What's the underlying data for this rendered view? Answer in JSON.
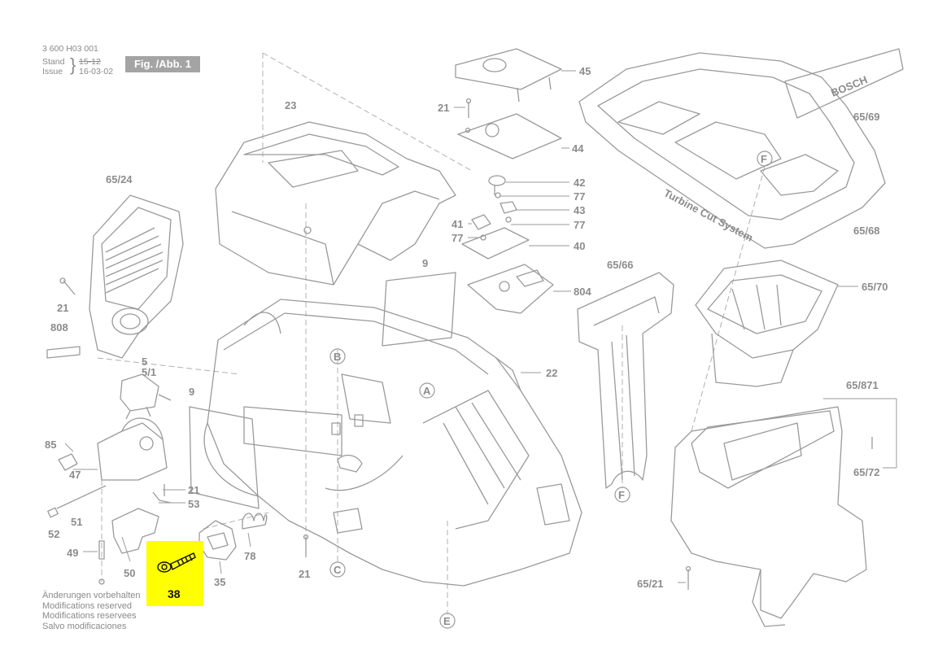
{
  "header": {
    "doc_number": "3 600 H03 001",
    "stand_label": "Stand",
    "issue_label": "Issue",
    "stand_date": "15-12",
    "issue_date": "16-03-02",
    "figure": "Fig. /Abb. 1"
  },
  "notes": [
    "Änderungen vorbehalten",
    "Modifications reserved",
    "Modifications reservees",
    "Salvo modificaciones"
  ],
  "highlight": {
    "part": "38",
    "color": "#ffff00"
  },
  "callouts": {
    "p45": "45",
    "p21a": "21",
    "p44": "44",
    "p23": "23",
    "p42": "42",
    "p77a": "77",
    "p43": "43",
    "p41": "41",
    "p77b": "77",
    "p77c": "77",
    "p40": "40",
    "p804": "804",
    "p9a": "9",
    "p65_24": "65/24",
    "p21b": "21",
    "p808": "808",
    "p5": "5",
    "p5_1": "5/1",
    "p85": "85",
    "p47": "47",
    "p9b": "9",
    "p21c": "21",
    "p53": "53",
    "p51": "51",
    "p52": "52",
    "p49": "49",
    "p50": "50",
    "p35": "35",
    "p78": "78",
    "p21d": "21",
    "p22": "22",
    "p65_66": "65/66",
    "p65_69": "65/69",
    "p65_68": "65/68",
    "p65_70": "65/70",
    "p65_871": "65/871",
    "p65_72": "65/72",
    "p65_21": "65/21",
    "A": "A",
    "B": "B",
    "C": "C",
    "E": "E",
    "F1": "F",
    "F2": "F",
    "brand": "BOSCH",
    "system_text": "Turbine Cut System"
  }
}
